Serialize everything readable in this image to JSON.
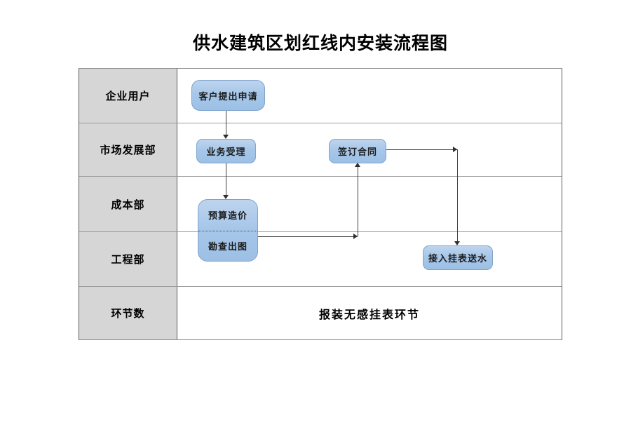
{
  "title": "供水建筑区划红线内安装流程图",
  "lanes": [
    {
      "label": "企业用户"
    },
    {
      "label": "市场发展部"
    },
    {
      "label": "成本部"
    },
    {
      "label": "工程部"
    },
    {
      "label": "环节数"
    }
  ],
  "nodes": {
    "apply": "客户提出申请",
    "accept": "业务受理",
    "budget": "预算造价",
    "survey": "勘查出图",
    "contract": "签订合同",
    "connect": "接入挂表送水"
  },
  "footer": {
    "note": "报装无感挂表环节"
  },
  "colors": {
    "node_fill": "#a7c7e9",
    "node_border": "#7fa3cd",
    "lane_bg": "#d6d6d6",
    "grid_line": "#9b9b9b",
    "column_line": "#5a5a5a",
    "connector": "#3f3f3f"
  }
}
